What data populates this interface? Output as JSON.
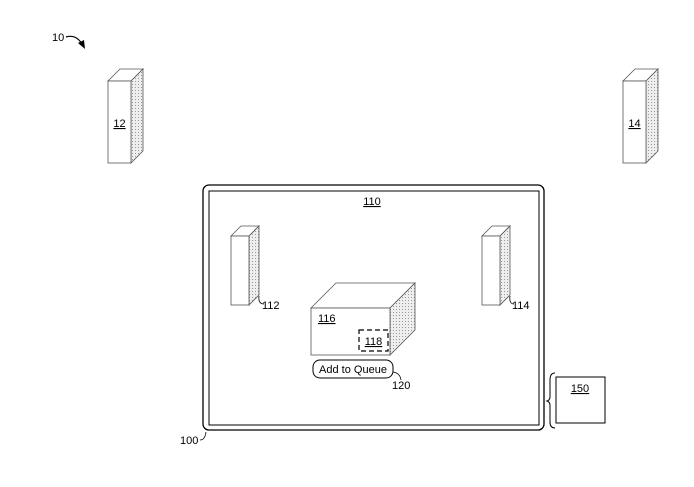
{
  "figure_ref": "10",
  "devices": {
    "left_device": "12",
    "right_device": "14"
  },
  "device_100": {
    "ref": "100",
    "display_ref": "110",
    "left_object": "112",
    "right_object": "114",
    "cube": "116",
    "cube_target": "118",
    "button": {
      "label": "Add to Queue",
      "ref": "120"
    }
  },
  "component_150": "150",
  "colors": {
    "line": "#000000",
    "shade": "#d9d9d9",
    "background": "#ffffff"
  }
}
